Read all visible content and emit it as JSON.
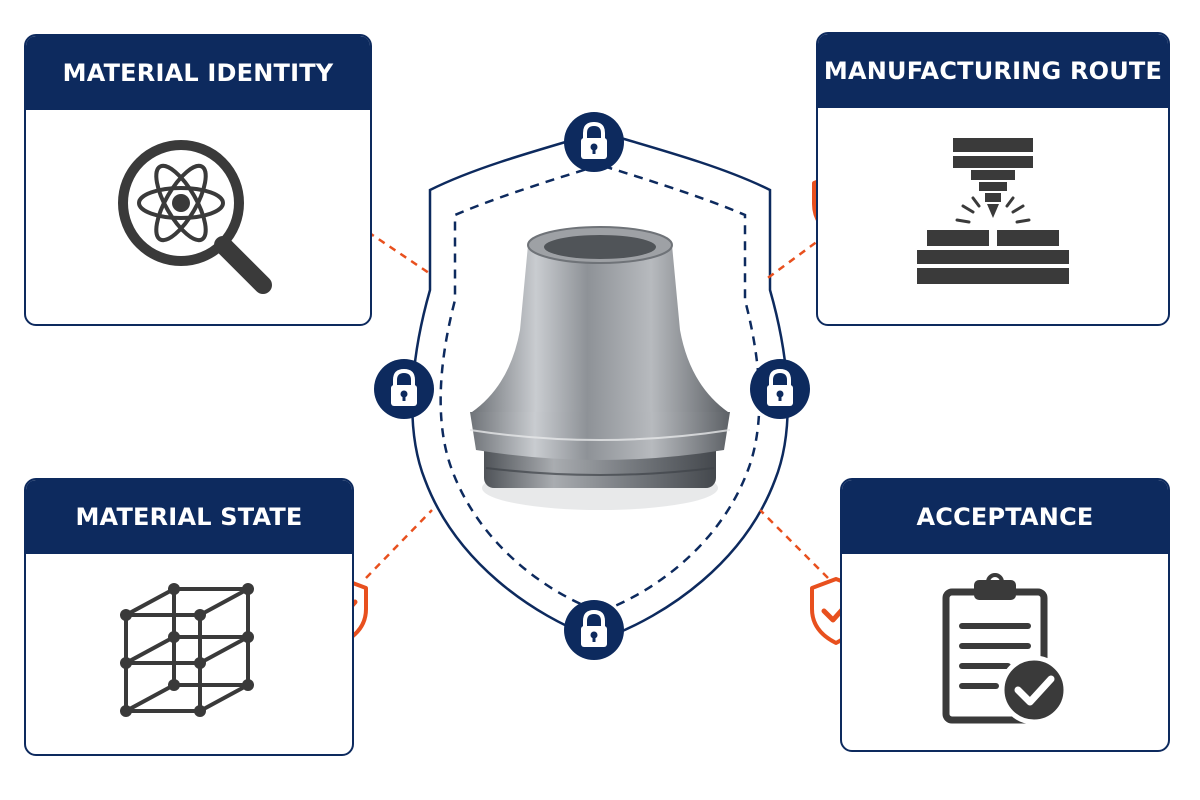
{
  "cards": {
    "material_identity": {
      "title": "MATERIAL IDENTITY",
      "icon": "atom-magnifier-icon"
    },
    "manufacturing_route": {
      "title": "MANUFACTURING ROUTE",
      "icon": "press-machine-icon"
    },
    "material_state": {
      "title": "MATERIAL STATE",
      "icon": "crystal-lattice-icon"
    },
    "acceptance": {
      "title": "ACCEPTANCE",
      "icon": "clipboard-check-icon"
    }
  },
  "center": {
    "icon": "metal-part-icon"
  },
  "icons": {
    "lock": "lock-icon",
    "shield": "shield-check-icon"
  },
  "colors": {
    "navy": "#0d2a5e",
    "orange": "#e8501e",
    "icon_gray": "#3a3a3a"
  }
}
